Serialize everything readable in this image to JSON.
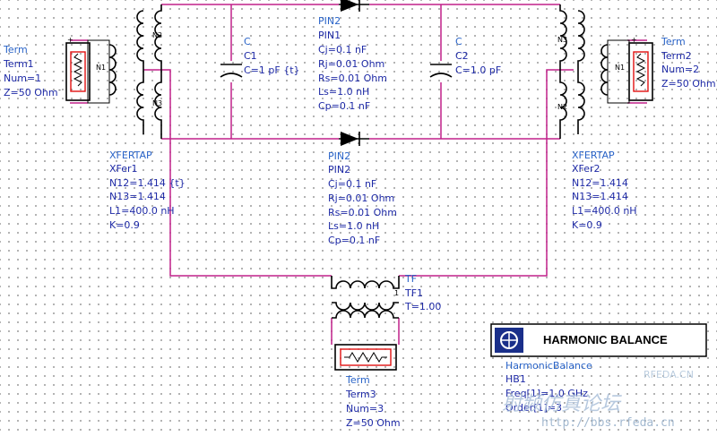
{
  "term1": {
    "type": "Term",
    "name": "Term1",
    "params": [
      "Num=1",
      "Z=50 Ohm"
    ],
    "pin_plus": "+",
    "pin_minus": "-",
    "coil_label": "N1"
  },
  "term2": {
    "type": "Term",
    "name": "Term2",
    "params": [
      "Num=2",
      "Z=50 Ohm"
    ],
    "pin_plus": "+",
    "coil_label": "N1"
  },
  "term3": {
    "type": "Term",
    "name": "Term3",
    "params": [
      "Num=3",
      "Z=50 Ohm"
    ]
  },
  "pin_top": {
    "type": "PIN2",
    "name": "PIN1",
    "params": [
      "Cj=0.1 nF",
      "Rj=0.01 Ohm",
      "Rs=0.01 Ohm",
      "Ls=1.0 nH",
      "Cp=0.1 nF"
    ]
  },
  "pin_bottom": {
    "type": "PIN2",
    "name": "PIN2",
    "params": [
      "Cj=0.1 nF",
      "Rj=0.01 Ohm",
      "Rs=0.01 Ohm",
      "Ls=1.0 nH",
      "Cp=0.1 nF"
    ]
  },
  "cap1": {
    "type": "C",
    "name": "C1",
    "params": [
      "C=1 pF {t}"
    ]
  },
  "cap2": {
    "type": "C",
    "name": "C2",
    "params": [
      "C=1.0 pF"
    ]
  },
  "xfer1": {
    "type": "XFERTAP",
    "name": "XFer1",
    "params": [
      "N12=1.414 {t}",
      "N13=1.414",
      "L1=400.0 nH",
      "K=0.9"
    ],
    "n2": "N2",
    "n3": "N3"
  },
  "xfer2": {
    "type": "XFERTAP",
    "name": "XFer2",
    "params": [
      "N12=1.414",
      "N13=1.414",
      "L1=400.0 nH",
      "K=0.9"
    ],
    "n2": "N2",
    "n3": "N3"
  },
  "tf": {
    "type": "TF",
    "name": "TF1",
    "params": [
      "T=1.00"
    ],
    "pin": "1"
  },
  "hb": {
    "title": "HARMONIC BALANCE",
    "type": "HarmonicBalance",
    "name": "HB1",
    "params": [
      "Freq[1]=1.0 GHz",
      "Order[1]=3"
    ]
  },
  "watermark": {
    "site": "RFEDA.CN",
    "chinese": "射频仿真论坛",
    "url": "http://bbs.rfeda.cn"
  },
  "colors": {
    "wire": "#c0208a",
    "label": "#1e2aa6",
    "type_label": "#2a64c8",
    "port": "#e01010"
  }
}
